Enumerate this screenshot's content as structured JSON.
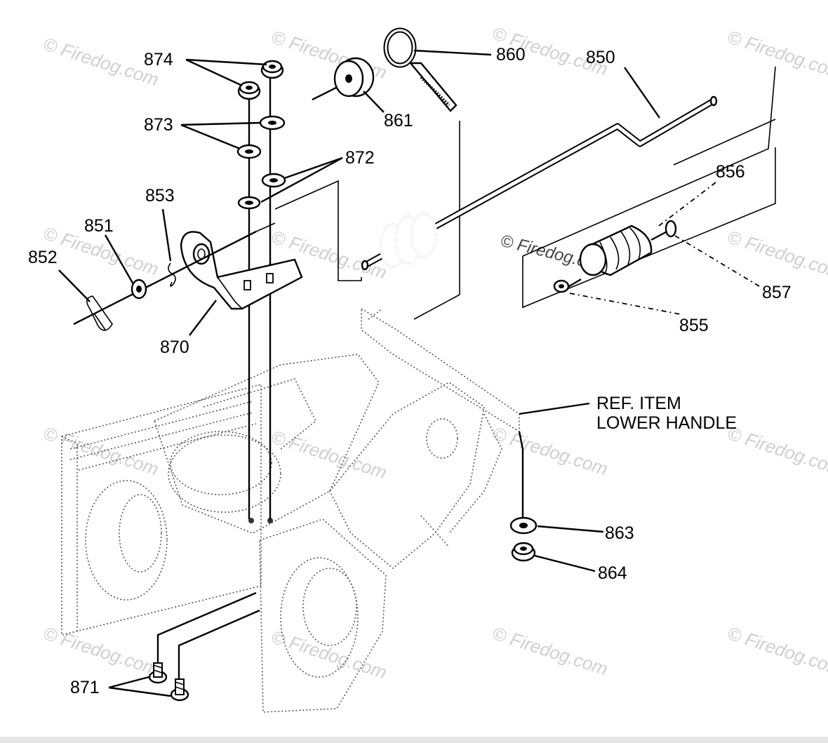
{
  "watermark": "© Firedog.com",
  "part_labels": {
    "p850": "850",
    "p851": "851",
    "p852": "852",
    "p853": "853",
    "p855": "855",
    "p856": "856",
    "p857": "857",
    "p860": "860",
    "p861": "861",
    "p863": "863",
    "p864": "864",
    "p870": "870",
    "p871": "871",
    "p872": "872",
    "p873": "873",
    "p874": "874"
  },
  "reference_note": {
    "line1": "REF. ITEM",
    "line2": "LOWER HANDLE"
  }
}
